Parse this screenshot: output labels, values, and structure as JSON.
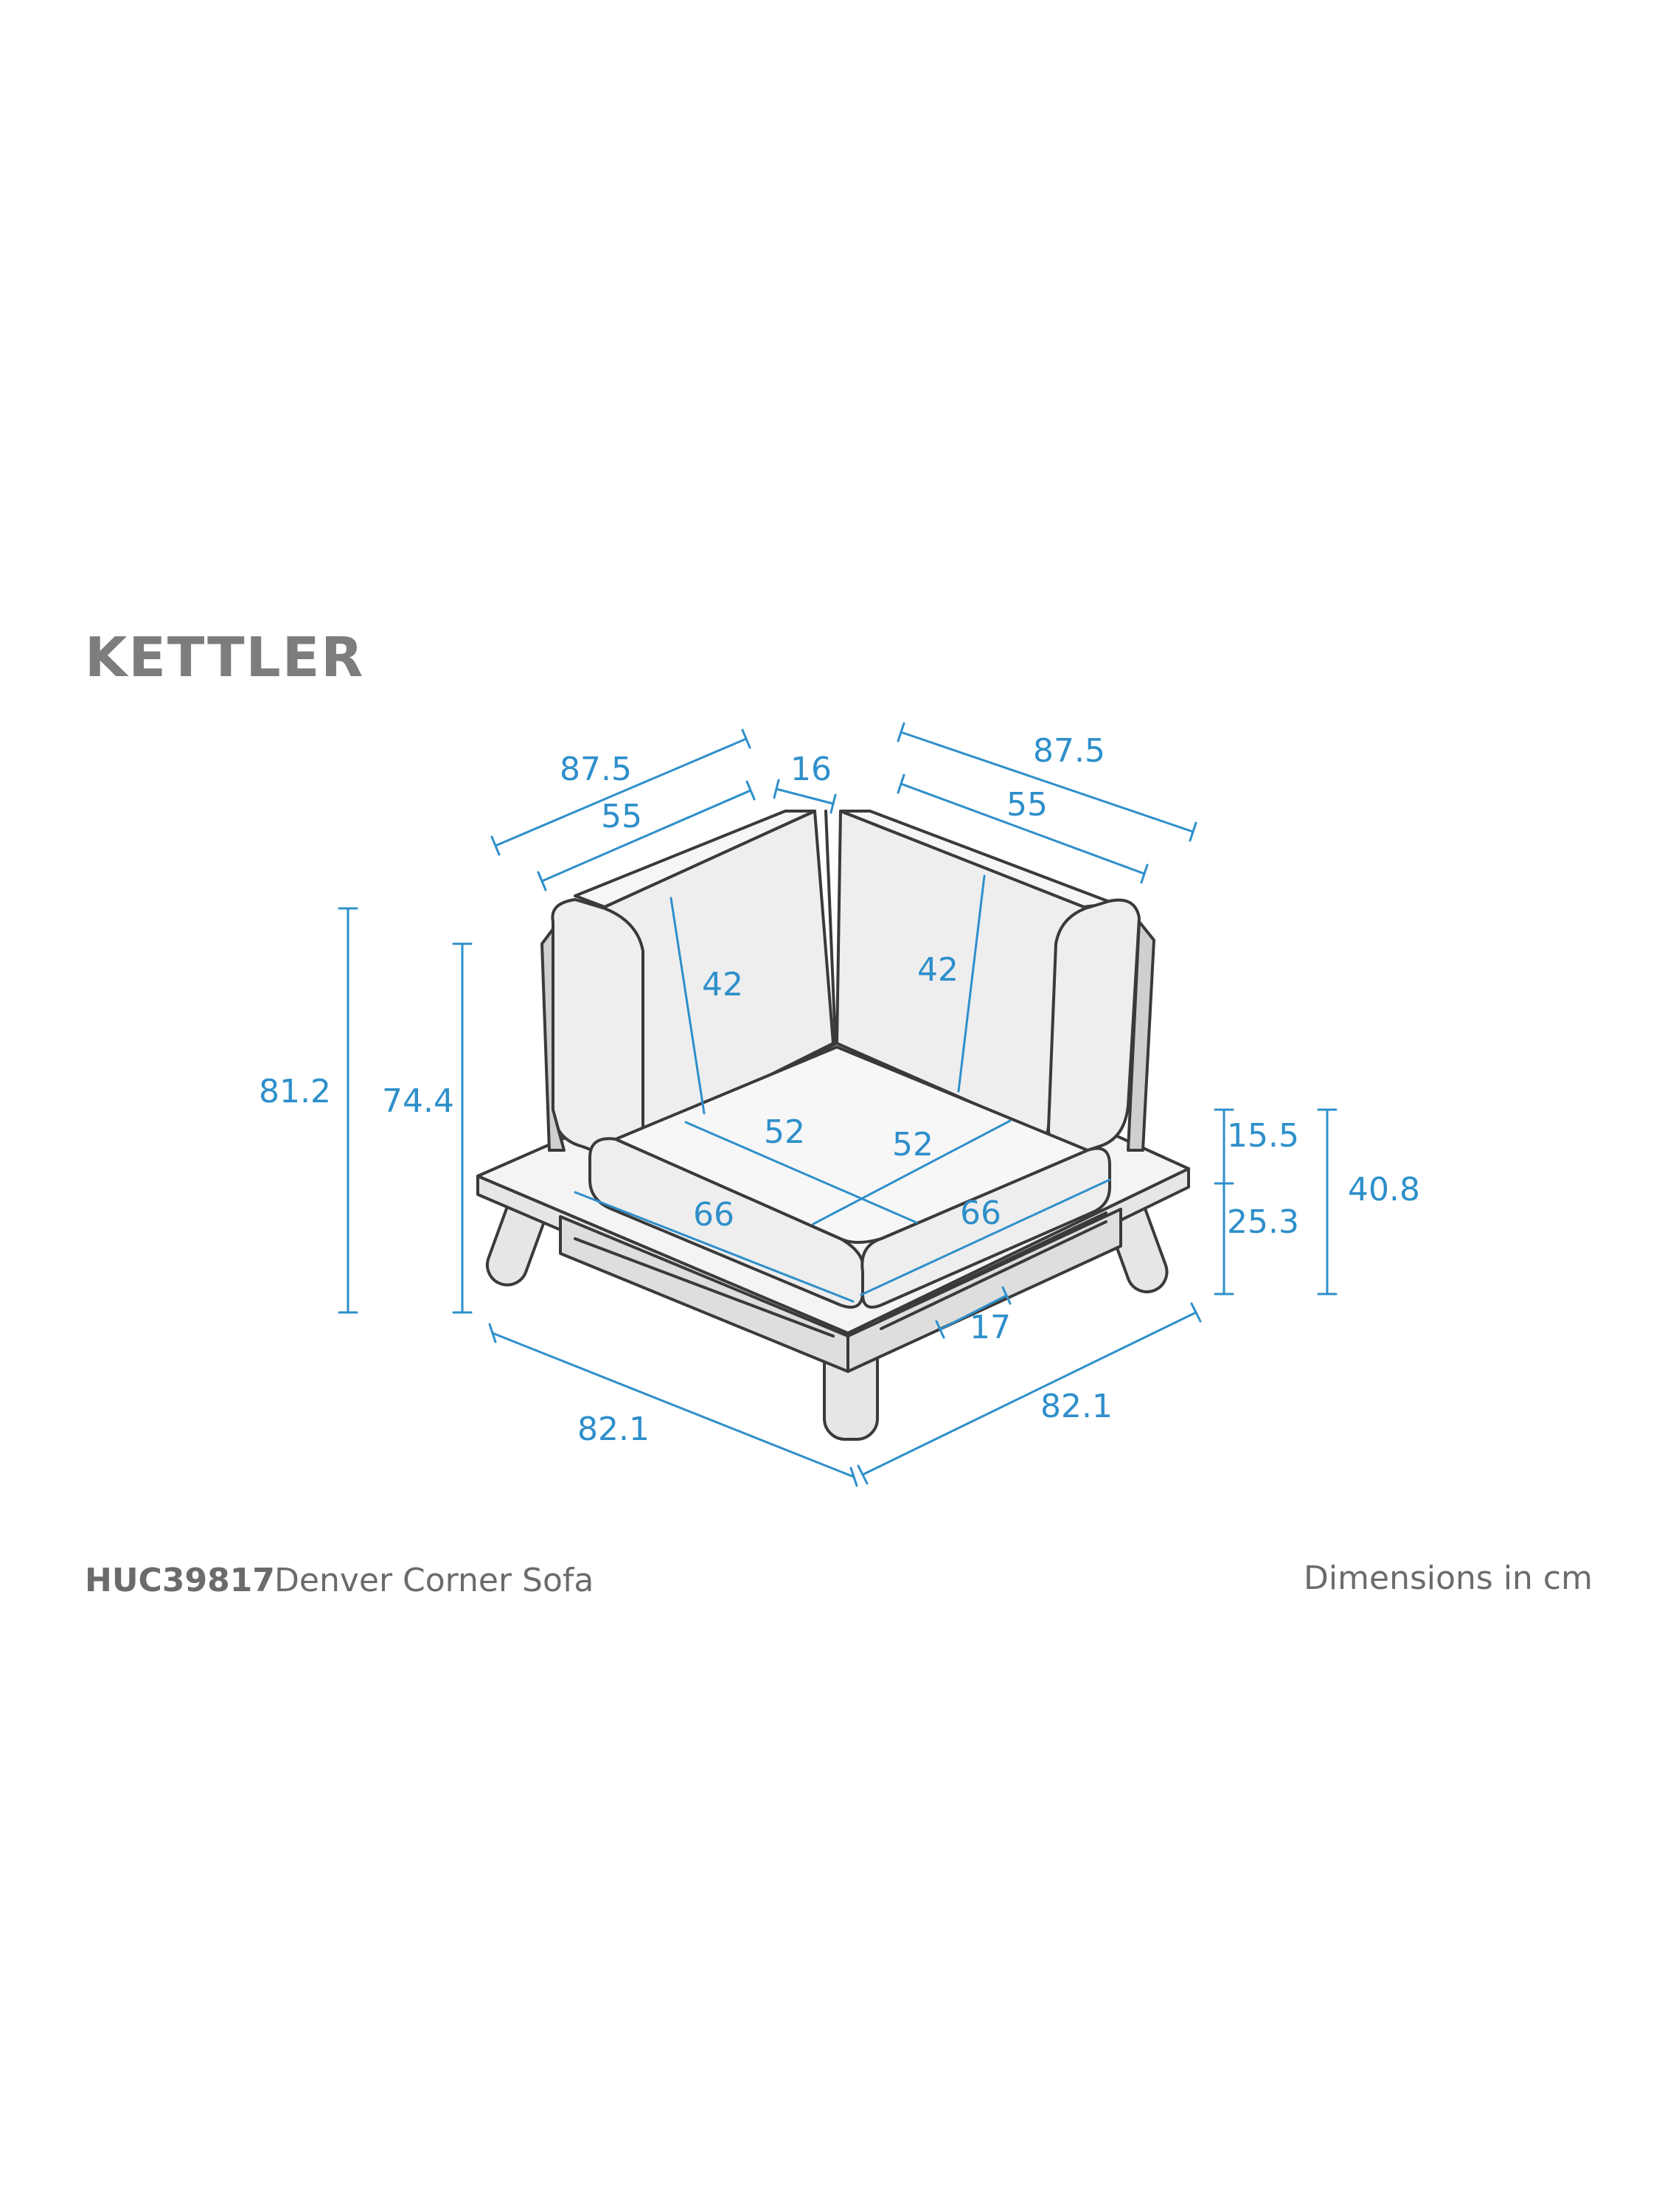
{
  "brand": {
    "name": "KETTLER"
  },
  "colors": {
    "brand": "#7d7d7d",
    "dimension": "#2e8fca",
    "outline": "#3a3a3a",
    "cushion": "#eeeeee",
    "frame": "#e6e6e6",
    "caption": "#6b6b6b"
  },
  "dimensions": {
    "back_left_total": "87.5",
    "back_left_inner": "55",
    "back_corner_depth": "16",
    "back_right_total": "87.5",
    "back_right_inner": "55",
    "overall_height": "81.2",
    "back_height": "74.4",
    "backrest_left": "42",
    "backrest_right": "42",
    "seat_depth_left": "52",
    "seat_depth_right": "52",
    "seat_width_left": "66",
    "seat_width_right": "66",
    "cushion_height": "15.5",
    "seat_frame_height": "25.3",
    "seat_height": "40.8",
    "arm_offset": "17",
    "base_left": "82.1",
    "base_right": "82.1"
  },
  "caption": {
    "product_code": "HUC39817",
    "product_name": "Denver Corner Sofa",
    "units_note": "Dimensions in cm"
  }
}
